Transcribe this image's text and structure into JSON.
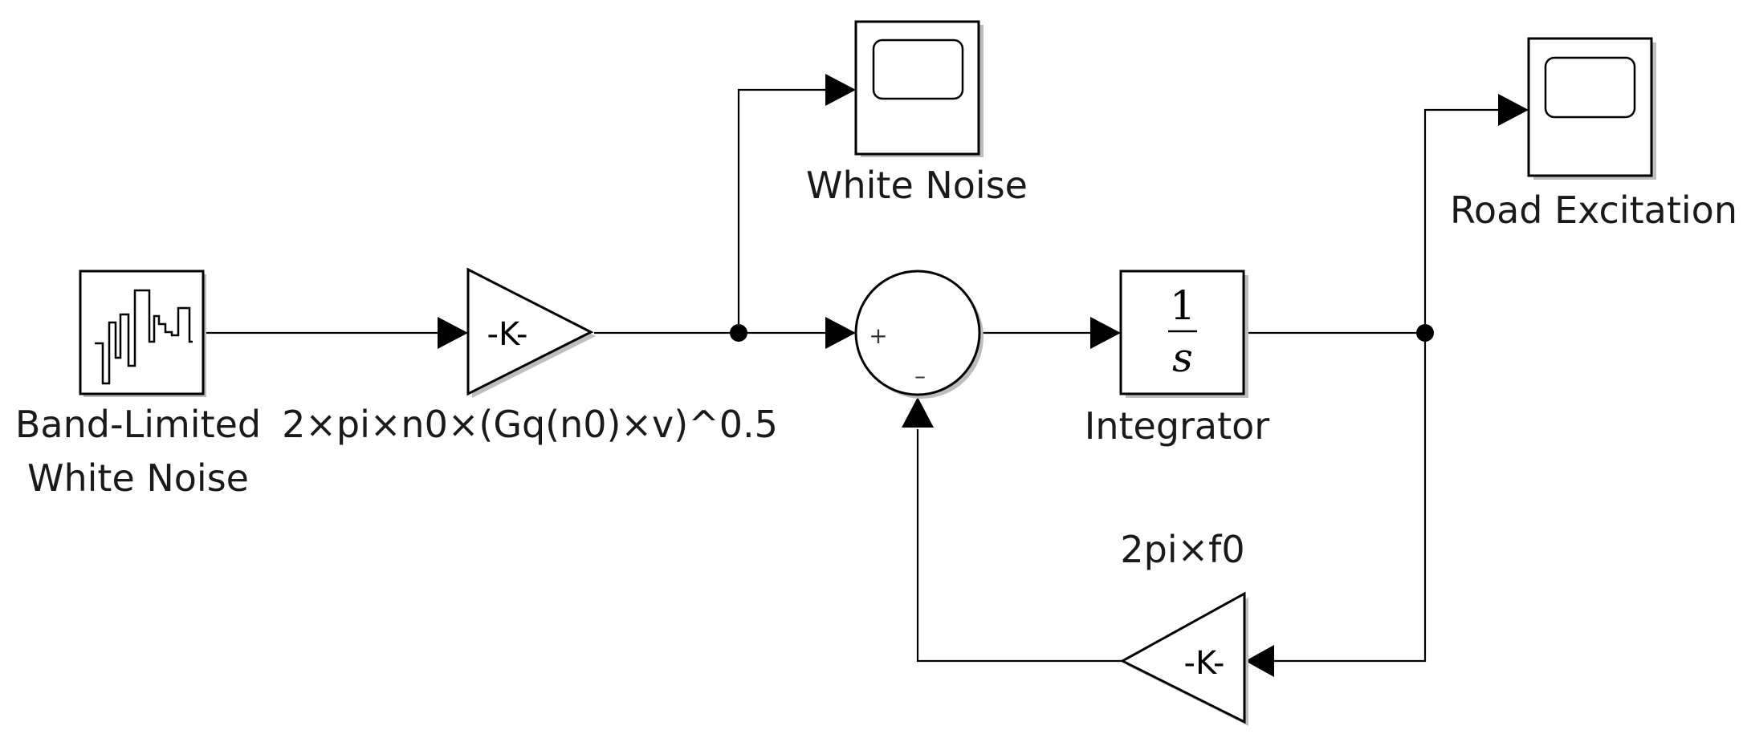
{
  "blocks": {
    "noise_source": {
      "label_line1": "Band-Limited",
      "label_line2": "White Noise"
    },
    "input_gain": {
      "symbol": "-K-",
      "label": "2×pi×n0×(Gq(n0)×v)^0.5"
    },
    "scope_noise": {
      "label": "White Noise"
    },
    "sum": {
      "plus_sign": "+",
      "minus_sign": "–"
    },
    "integrator": {
      "numerator": "1",
      "denominator": "s",
      "label": "Integrator"
    },
    "scope_road": {
      "label": "Road Excitation"
    },
    "feedback_gain": {
      "symbol": "-K-",
      "label": "2pi×f0"
    }
  },
  "colors": {
    "stroke": "#000000",
    "shadow": "#bdbdbd",
    "text": "#1a1a1a"
  }
}
